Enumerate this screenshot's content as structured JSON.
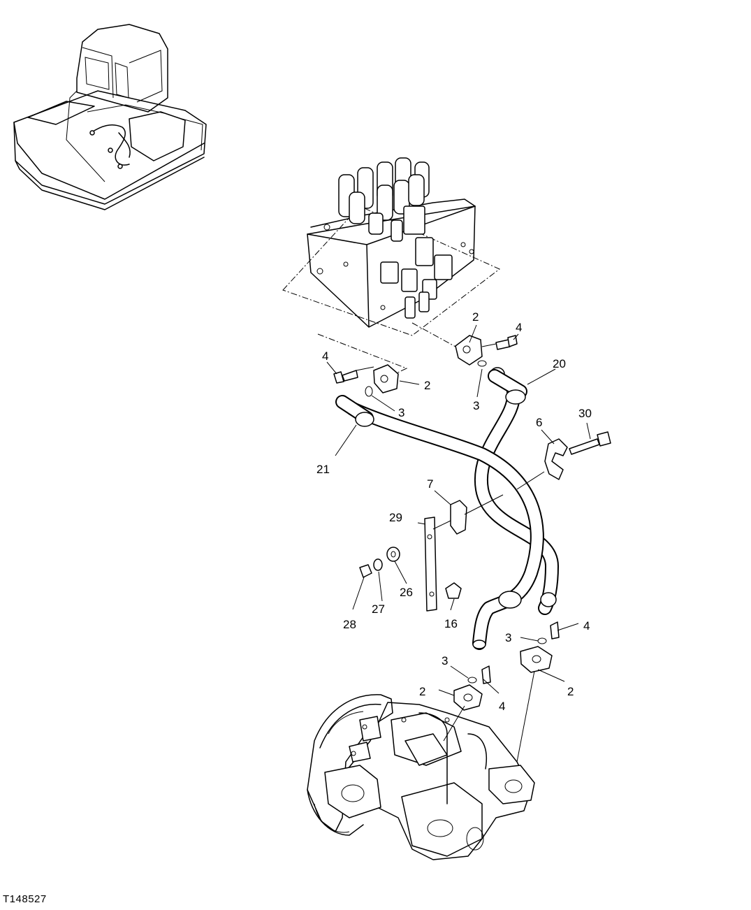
{
  "figure_id": "T148527",
  "callouts": [
    {
      "key": "c2_top",
      "text": "2"
    },
    {
      "key": "c4_top",
      "text": "4"
    },
    {
      "key": "c4_left",
      "text": "4"
    },
    {
      "key": "c2_left",
      "text": "2"
    },
    {
      "key": "c20",
      "text": "20"
    },
    {
      "key": "c3_left",
      "text": "3"
    },
    {
      "key": "c3_top",
      "text": "3"
    },
    {
      "key": "c30",
      "text": "30"
    },
    {
      "key": "c6",
      "text": "6"
    },
    {
      "key": "c21",
      "text": "21"
    },
    {
      "key": "c7",
      "text": "7"
    },
    {
      "key": "c29",
      "text": "29"
    },
    {
      "key": "c26",
      "text": "26"
    },
    {
      "key": "c27",
      "text": "27"
    },
    {
      "key": "c28",
      "text": "28"
    },
    {
      "key": "c16",
      "text": "16"
    },
    {
      "key": "c4_right",
      "text": "4"
    },
    {
      "key": "c3_right",
      "text": "3"
    },
    {
      "key": "c3_bottom",
      "text": "3"
    },
    {
      "key": "c2_bottom_left",
      "text": "2"
    },
    {
      "key": "c4_bottom",
      "text": "4"
    },
    {
      "key": "c2_bottom_right",
      "text": "2"
    }
  ]
}
